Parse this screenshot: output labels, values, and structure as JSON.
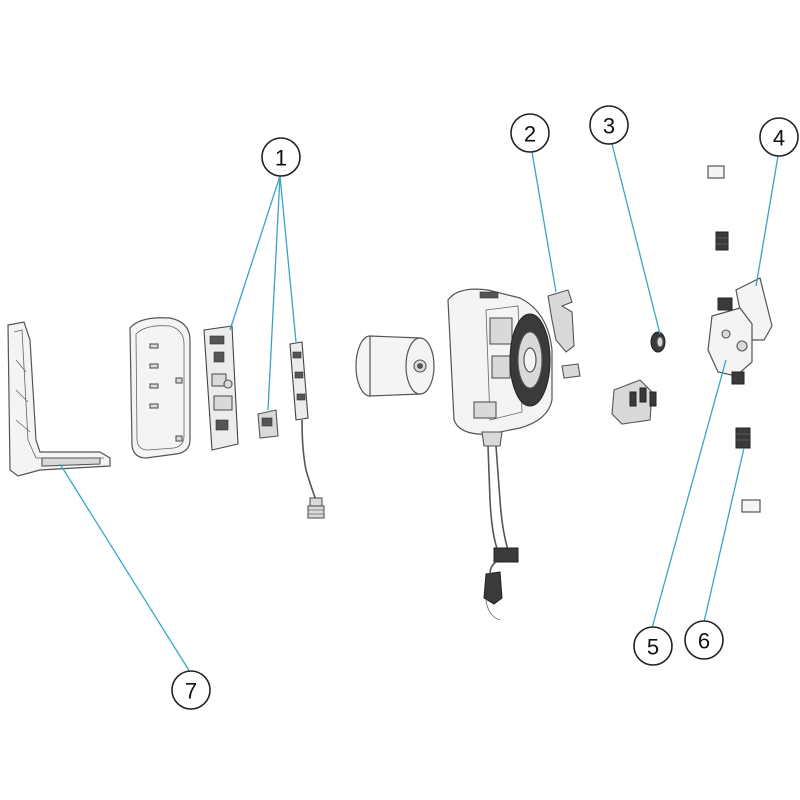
{
  "callouts": {
    "c1": "1",
    "c2": "2",
    "c3": "3",
    "c4": "4",
    "c5": "5",
    "c6": "6",
    "c7": "7"
  },
  "colors": {
    "leader": "#3ba3c6",
    "outline": "#555555"
  }
}
